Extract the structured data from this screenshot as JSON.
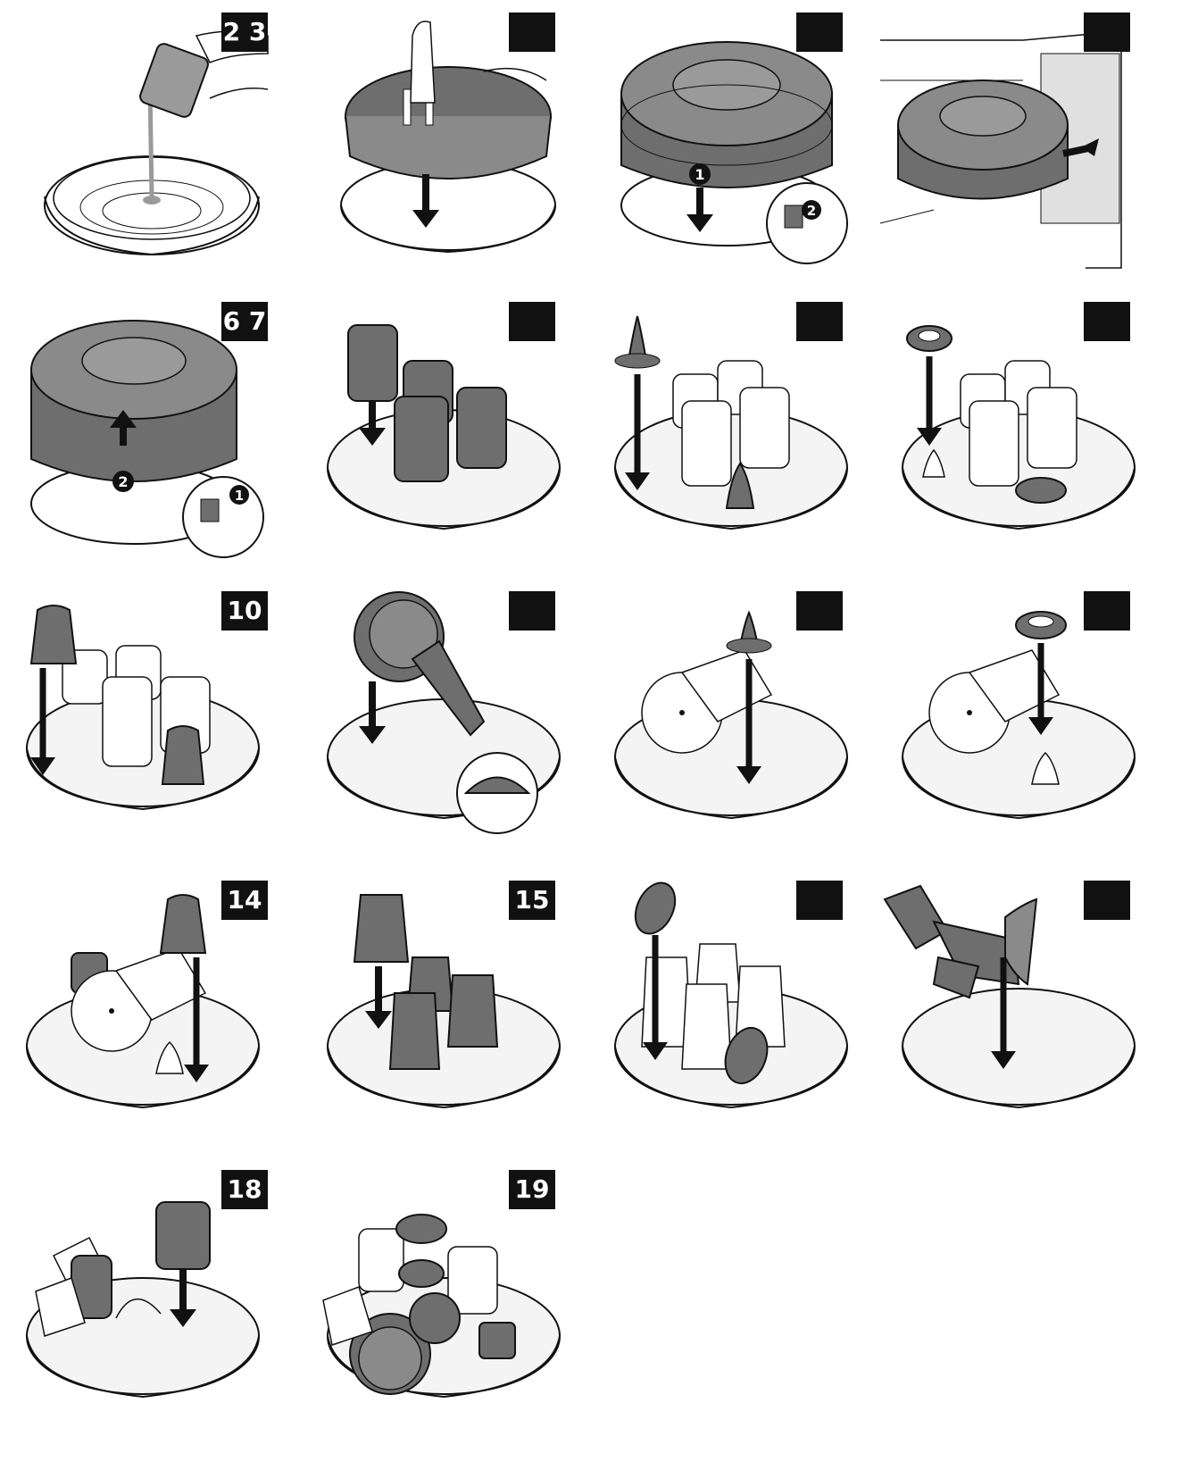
{
  "steps": [
    {
      "label": "2 3",
      "scene": "pour-water"
    },
    {
      "label": "",
      "scene": "insert-tray"
    },
    {
      "label": "",
      "scene": "close-cover"
    },
    {
      "label": "",
      "scene": "microwave"
    },
    {
      "label": "6 7",
      "scene": "open-cover"
    },
    {
      "label": "",
      "scene": "bottles"
    },
    {
      "label": "",
      "scene": "teat"
    },
    {
      "label": "",
      "scene": "ring"
    },
    {
      "label": "10",
      "scene": "cap"
    },
    {
      "label": "",
      "scene": "pump-body"
    },
    {
      "label": "",
      "scene": "pump-teat"
    },
    {
      "label": "",
      "scene": "pump-ring"
    },
    {
      "label": "14",
      "scene": "pump-cap"
    },
    {
      "label": "15",
      "scene": "cups"
    },
    {
      "label": "",
      "scene": "lids"
    },
    {
      "label": "",
      "scene": "breast-pump"
    },
    {
      "label": "18",
      "scene": "pump-bottle"
    },
    {
      "label": "19",
      "scene": "full-load"
    }
  ],
  "colors": {
    "ink": "#111111",
    "dark": "#6e6e6e",
    "mid": "#9a9a9a",
    "paper": "#ffffff"
  }
}
